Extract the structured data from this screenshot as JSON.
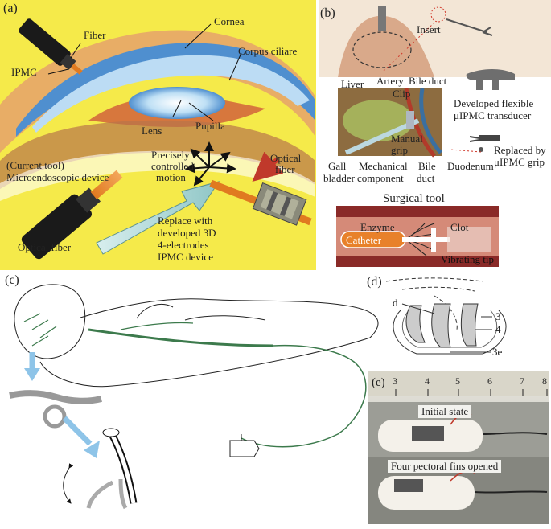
{
  "panel_a": {
    "tag": "(a)",
    "labels": {
      "fiber": "Fiber",
      "ipmc": "IPMC",
      "cornea": "Cornea",
      "corpus": "Corpus ciliare",
      "lens": "Lens",
      "pupilla": "Pupilla",
      "current_tool_1": "(Current tool)",
      "current_tool_2": "Microendoscopic  device",
      "optical_fiber_left": "Optical fiber",
      "precisely_1": "Precisely",
      "precisely_2": "controlled",
      "precisely_3": "motion",
      "optical_r_1": "Optical",
      "optical_r_2": "fiber",
      "replace_1": "Replace with",
      "replace_2": "developed 3D",
      "replace_3": "4-electrodes",
      "replace_4": "IPMC device"
    },
    "colors": {
      "background": "#f5ea4a",
      "eye_blue": "#5b9bd5"
    }
  },
  "panel_b": {
    "tag": "(b)",
    "labels": {
      "insert": "Insert",
      "liver": "Liver",
      "artery": "Artery",
      "bile_duct": "Bile duct",
      "clip": "Clip",
      "manual_1": "Manual",
      "manual_2": "grip",
      "developed_1": "Developed flexible",
      "developed_2": "μIPMC transducer",
      "replaced_1": "Replaced by",
      "replaced_2": "μIPMC grip",
      "gall_1": "Gall",
      "gall_2": "bladder",
      "mech_1": "Mechanical",
      "mech_2": "component",
      "bile_2a": "Bile",
      "bile_2b": "duct",
      "duodenum": "Duodenum",
      "surgical_tool": "Surgical tool",
      "enzyme": "Enzyme",
      "clot": "Clot",
      "catheter": "Catheter",
      "vibrating": "Vibrating tip"
    }
  },
  "panel_c": {
    "tag": "(c)"
  },
  "panel_d": {
    "tag": "(d)",
    "labels": {
      "d": "d",
      "n3": "3",
      "n4": "4",
      "n3e": "3e"
    }
  },
  "panel_e": {
    "tag": "(e)",
    "ruler": [
      "3",
      "4",
      "5",
      "6",
      "7",
      "8"
    ],
    "initial_state": "Initial state",
    "fins_opened": "Four pectoral fins opened"
  }
}
